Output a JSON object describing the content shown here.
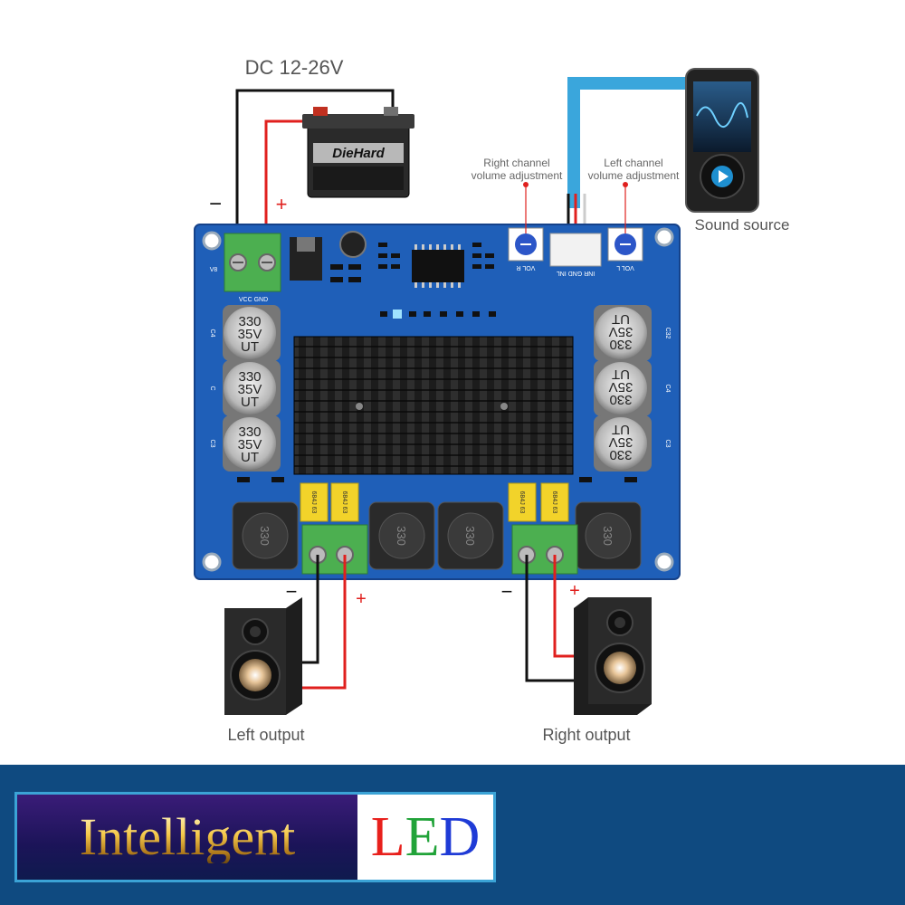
{
  "labels": {
    "power": "DC 12-26V",
    "right_channel_line1": "Right channel",
    "right_channel_line2": "volume adjustment",
    "left_channel_line1": "Left channel",
    "left_channel_line2": "volume adjustment",
    "sound_source": "Sound source",
    "left_output": "Left output",
    "right_output": "Right output",
    "minus": "−",
    "plus": "+"
  },
  "battery": {
    "brand": "DieHard"
  },
  "board": {
    "capacitor_value": "330",
    "capacitor_voltage": "35V",
    "capacitor_mark": "UT",
    "inductor_value": "330",
    "film_cap_mark": "684J 63",
    "pot_right": "VOL R",
    "pot_left": "VOL L",
    "input_header": "INR GND INL",
    "power_terminal": "VCC GND",
    "power_terminal_side": "V8",
    "cap_refs_left": [
      "C4",
      "C",
      "C3"
    ],
    "cap_refs_right": [
      "C32",
      "C4",
      "C3"
    ]
  },
  "footer": {
    "brand_word_1": "Intelligent",
    "brand_L": "L",
    "brand_E": "E",
    "brand_D": "D"
  },
  "colors": {
    "footer_bg": "#0f4a80",
    "pcb": "#1f5fb8",
    "wire_red": "#e0201e",
    "wire_black": "#111111",
    "wire_blue": "#3aa6dc",
    "led_L": "#e8201c",
    "led_E": "#21a339",
    "led_D": "#1f3bd6"
  }
}
